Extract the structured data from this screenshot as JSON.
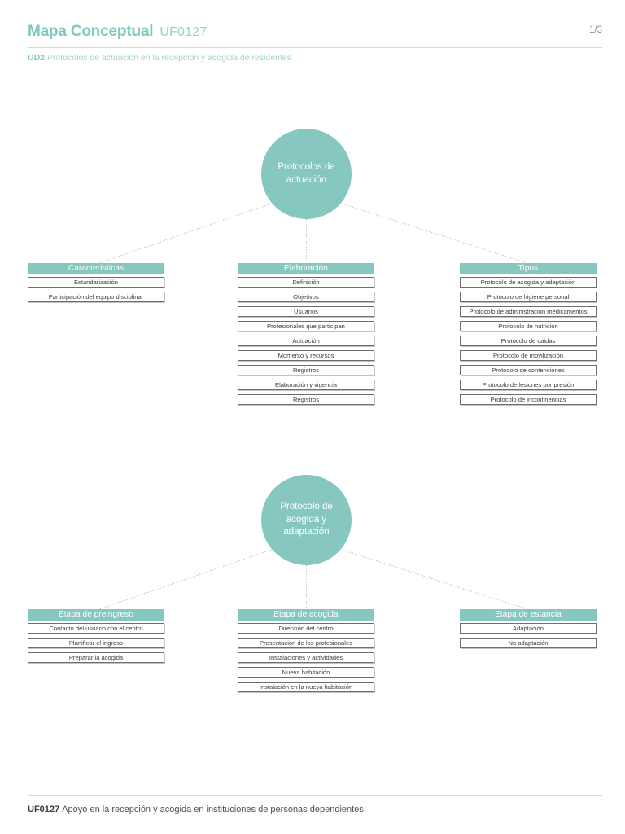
{
  "header": {
    "title": "Mapa Conceptual",
    "code": "UF0127",
    "page_indicator": "1/3",
    "unit_label": "UD2",
    "subtitle": "Protocolos de actuación en la recepción y acogida de residentes",
    "rule_color": "#bfe2dc",
    "accent_color": "#7ec8bd"
  },
  "theme": {
    "accent": "#86c8bf",
    "node_text": "#ffffff",
    "box_border": "#6e6e6e",
    "connector": "#b5b5b5"
  },
  "diagram": {
    "type": "concept-map",
    "maps": [
      {
        "id": "protocolos-actuacion",
        "center": "Protocolos de actuación",
        "branches": [
          {
            "id": "caracteristicas",
            "header": "Características",
            "items": [
              "Estandarización",
              "Participación del equipo disciplinar"
            ]
          },
          {
            "id": "elaboracion",
            "header": "Elaboración",
            "items": [
              "Definición",
              "Objetivos",
              "Usuarios",
              "Profesionales que participan",
              "Actuación",
              "Momento y recursos",
              "Registros",
              "Elaboración y vigencia",
              "Registros"
            ]
          },
          {
            "id": "tipos",
            "header": "Tipos",
            "items": [
              "Protocolo de acogida y adaptación",
              "Protocolo de higiene personal",
              "Protocolo de administración  medicamentos",
              "Protocolo de nutrición",
              "Protocolo de caidas",
              "Protocolo de movilización",
              "Protocolo de contenciones",
              "Protocolo de lesiones por presión",
              "Protocolo de incontinencias"
            ]
          }
        ]
      },
      {
        "id": "protocolo-acogida-adaptacion",
        "center": "Protocolo de acogida y adaptación",
        "branches": [
          {
            "id": "etapa-preingreso",
            "header": "Etapa de preingreso",
            "items": [
              "Contacto del usuario con el centro",
              "Planificar el ingreso",
              "Preparar la acogida"
            ]
          },
          {
            "id": "etapa-acogida",
            "header": "Etapa de acogida",
            "items": [
              "Dirección del centro",
              "Presentación de los profesionales",
              "Instalaciones y actividades",
              "Nueva habitación",
              "Instalación en la nueva habitación"
            ]
          },
          {
            "id": "etapa-estancia",
            "header": "Etapa de estancia",
            "items": [
              "Adaptación",
              "No adaptación"
            ]
          }
        ]
      }
    ]
  },
  "footer": {
    "code": "UF0127",
    "text": "Apoyo en la recepción y acogida en instituciones de personas dependientes"
  }
}
